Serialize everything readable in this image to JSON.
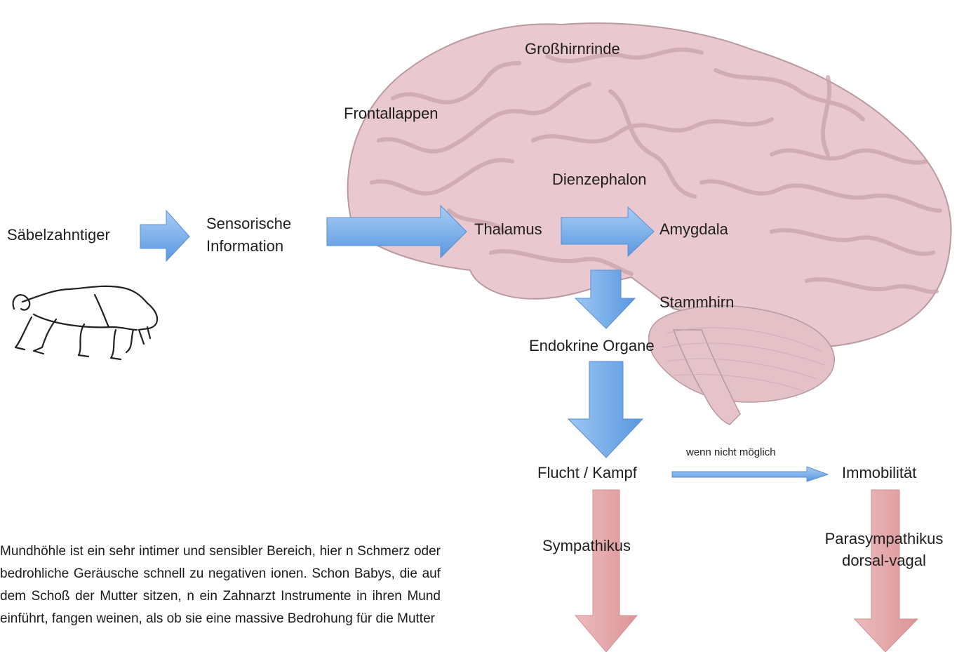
{
  "labels": {
    "cortex": "Großhirnrinde",
    "frontal": "Frontallappen",
    "diencephalon": "Dienzephalon",
    "thalamus": "Thalamus",
    "amygdala": "Amygdala",
    "brainstem": "Stammhirn",
    "endocrine": "Endokrine Organe",
    "tiger": "Säbelzahntiger",
    "sensory_line1": "Sensorische",
    "sensory_line2": "Information",
    "flight_fight": "Flucht / Kampf",
    "if_not_possible": "wenn nicht möglich",
    "immobility": "Immobilität",
    "sympathetic": "Sympathikus",
    "parasympathetic_line1": "Parasympathikus",
    "parasympathetic_line2": "dorsal-vagal"
  },
  "colors": {
    "brain_fill": "#eac8cf",
    "brain_stroke": "#b89aa1",
    "blue_arrow": "#6aa6e8",
    "red_arrow": "#e2a3a6"
  },
  "body_text": "Mundhöhle ist ein sehr intimer und sensibler Bereich, hier n Schmerz oder bedrohliche Geräusche schnell zu negativen ionen. Schon Babys, die auf dem Schoß der Mutter sitzen, n ein Zahnarzt Instrumente in ihren Mund einführt, fangen weinen, als ob sie eine massive Bedrohung für die Mutter"
}
